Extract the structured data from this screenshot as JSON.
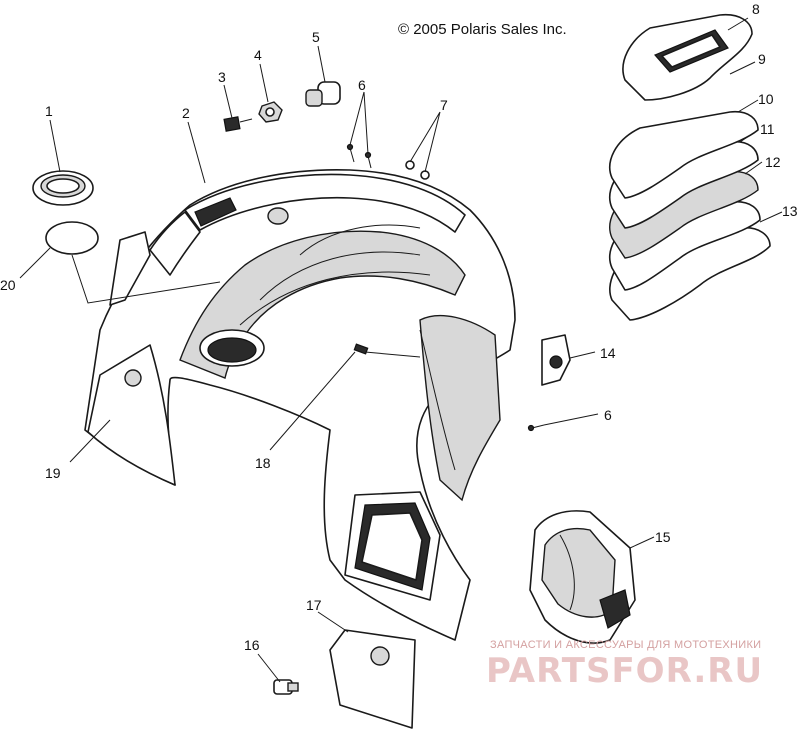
{
  "copyright": "© 2005 Polaris Sales Inc.",
  "watermark": {
    "tagline": "ЗАПЧАСТИ И АКСЕССУАРЫ ДЛЯ МОТОТЕХНИКИ",
    "brand": "PARTSFOR.RU"
  },
  "callouts": [
    "1",
    "2",
    "3",
    "4",
    "5",
    "6",
    "7",
    "8",
    "9",
    "10",
    "11",
    "12",
    "13",
    "14",
    "6",
    "15",
    "16",
    "17",
    "18",
    "19",
    "20"
  ]
}
